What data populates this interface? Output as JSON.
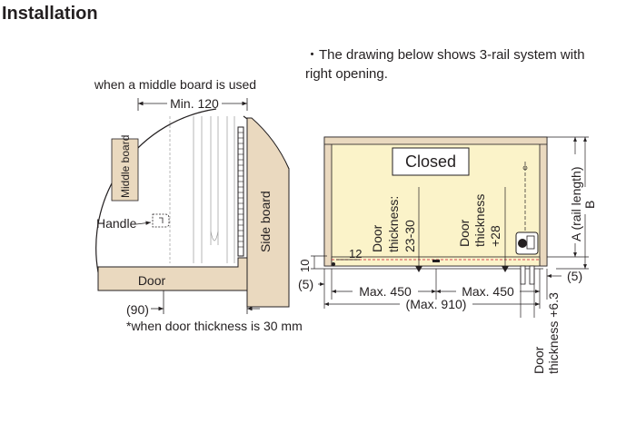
{
  "heading": "Installation",
  "note": "・The drawing below shows 3-rail system with right opening.",
  "left": {
    "caption": "when a middle board is used",
    "min_label": "Min. 120",
    "middle_board": "Middle board",
    "side_board": "Side board",
    "handle": "Handle",
    "door": "Door",
    "offset": "(90)",
    "footnote": "*when door thickness is 30 mm"
  },
  "right": {
    "closed": "Closed",
    "door_thickness_1": "Door",
    "door_thickness_2": "thickness:",
    "door_thickness_3": "23-30",
    "door_thickness_b1": "Door",
    "door_thickness_b2": "thickness",
    "door_thickness_b3": "+28",
    "dim_12": "12",
    "dim_10": "10",
    "dim_5_left": "(5)",
    "dim_5_right": "(5)",
    "max_450_left": "Max. 450",
    "max_450_right": "Max. 450",
    "max_910": "(Max. 910)",
    "rail_length": "A (rail length)",
    "dim_b": "B",
    "door_thickness_63_1": "Door",
    "door_thickness_63_2": "thickness +6.3"
  },
  "colors": {
    "board": "#ead9bf",
    "cabinet": "#fbf3c9",
    "line": "#231f20"
  }
}
